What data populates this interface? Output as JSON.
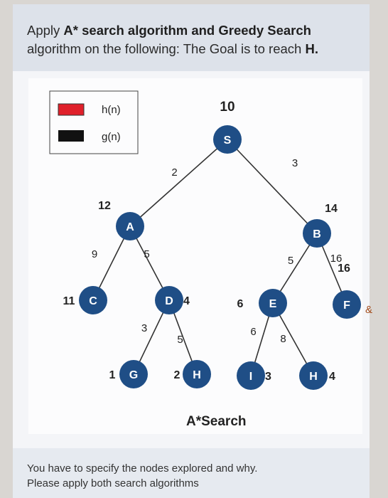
{
  "question": {
    "line1_pre": "Apply ",
    "line1_bold": "A* search algorithm and Greedy Search",
    "line2_pre": "algorithm on the following: The Goal is to reach ",
    "line2_bold": "H."
  },
  "legend": {
    "h_label": "h(n)",
    "g_label": "g(n)",
    "h_color": "#e0202a",
    "g_color": "#111111"
  },
  "colors": {
    "node": "#1f4e86",
    "edge": "#333333"
  },
  "nodes": [
    {
      "id": "S",
      "label": "S",
      "value": "10"
    },
    {
      "id": "A",
      "label": "A",
      "value": "12"
    },
    {
      "id": "B",
      "label": "B",
      "value": "14"
    },
    {
      "id": "C",
      "label": "C",
      "value": "11"
    },
    {
      "id": "D",
      "label": "D",
      "value": "4"
    },
    {
      "id": "E",
      "label": "E",
      "value": "6"
    },
    {
      "id": "F",
      "label": "F",
      "value": "16"
    },
    {
      "id": "G",
      "label": "G",
      "value": "1"
    },
    {
      "id": "H1",
      "label": "H",
      "value": "2"
    },
    {
      "id": "I",
      "label": "I",
      "value": "3"
    },
    {
      "id": "H2",
      "label": "H",
      "value": "4"
    }
  ],
  "edges": [
    {
      "from": "S",
      "to": "A",
      "cost": "2"
    },
    {
      "from": "S",
      "to": "B",
      "cost": "3"
    },
    {
      "from": "A",
      "to": "C",
      "cost": "9"
    },
    {
      "from": "A",
      "to": "D",
      "cost": "5"
    },
    {
      "from": "B",
      "to": "E",
      "cost": "5"
    },
    {
      "from": "B",
      "to": "F",
      "cost": "16"
    },
    {
      "from": "D",
      "to": "G",
      "cost": "3"
    },
    {
      "from": "D",
      "to": "H1",
      "cost": "5"
    },
    {
      "from": "E",
      "to": "I",
      "cost": "6"
    },
    {
      "from": "E",
      "to": "H2",
      "cost": "8"
    }
  ],
  "caption": "A*Search",
  "stray_mark": "&",
  "footer": {
    "line1": "You have to specify the nodes explored and why.",
    "line2": "Please apply both search algorithms"
  }
}
